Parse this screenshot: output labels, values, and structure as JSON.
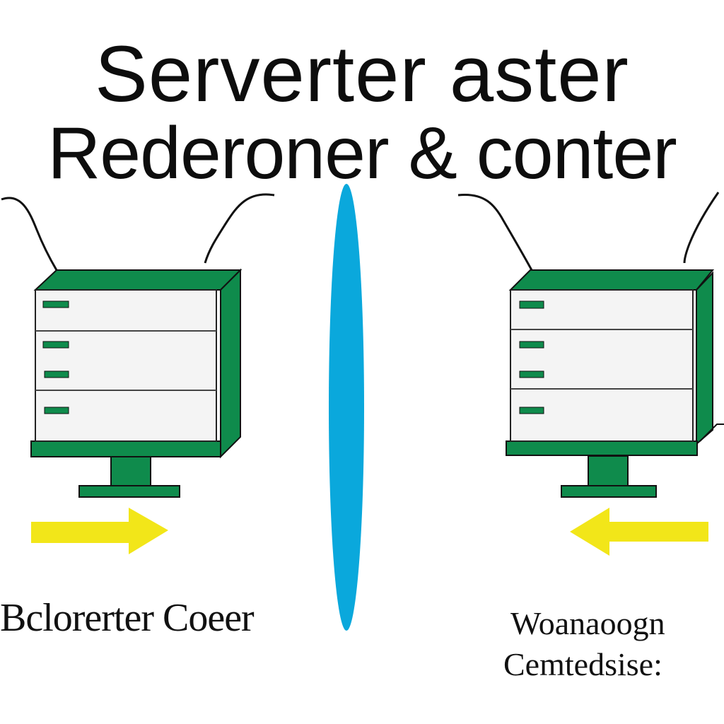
{
  "title": {
    "line1": "Serverter aster",
    "line2": "Rederoner & conter"
  },
  "captions": {
    "left": "Bclorerter Coeer",
    "right_line1": "Woanaoogn",
    "right_line2": "Cemtedsise:"
  },
  "colors": {
    "server_green": "#0f8b4c",
    "server_face": "#f4f4f4",
    "divider_blue": "#0aa8dc",
    "arrow_yellow": "#f2e619",
    "line_black": "#111111"
  },
  "icons": {
    "left_server": "server-monitor-icon",
    "right_server": "server-monitor-icon",
    "left_arrow": "arrow-right-icon",
    "right_arrow": "arrow-left-icon"
  }
}
